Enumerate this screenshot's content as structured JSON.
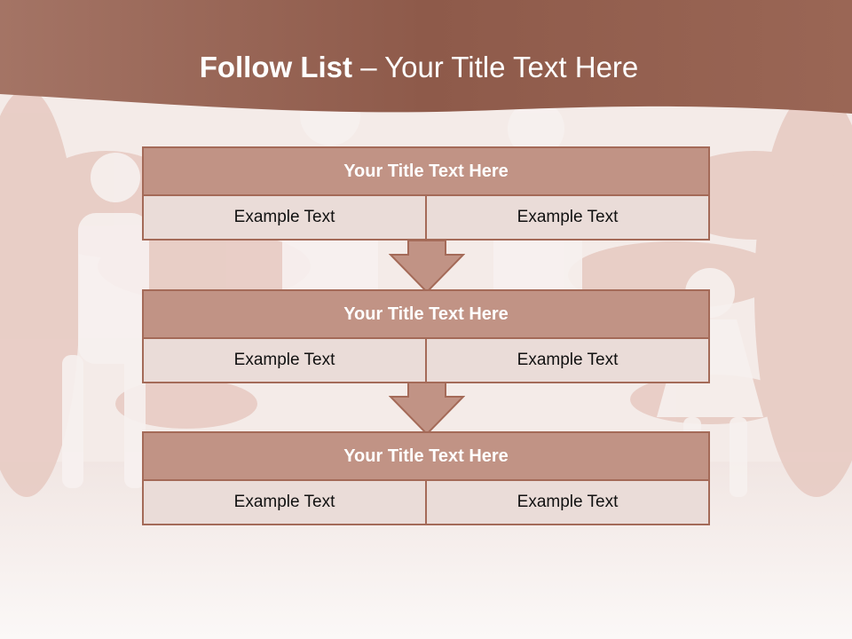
{
  "slide": {
    "title_bold": "Follow List ",
    "title_rest": " – Your Title Text Here"
  },
  "steps": [
    {
      "title": "Your Title Text Here",
      "cells": [
        "Example Text",
        "Example Text"
      ]
    },
    {
      "title": "Your Title Text Here",
      "cells": [
        "Example Text",
        "Example Text"
      ]
    },
    {
      "title": "Your Title Text Here",
      "cells": [
        "Example Text",
        "Example Text"
      ]
    }
  ],
  "colors": {
    "banner": "#8a5546",
    "header_fill": "#c19385",
    "border": "#a46a58",
    "cell_fill": "#eadcd8",
    "arrow_fill": "#c19385"
  }
}
